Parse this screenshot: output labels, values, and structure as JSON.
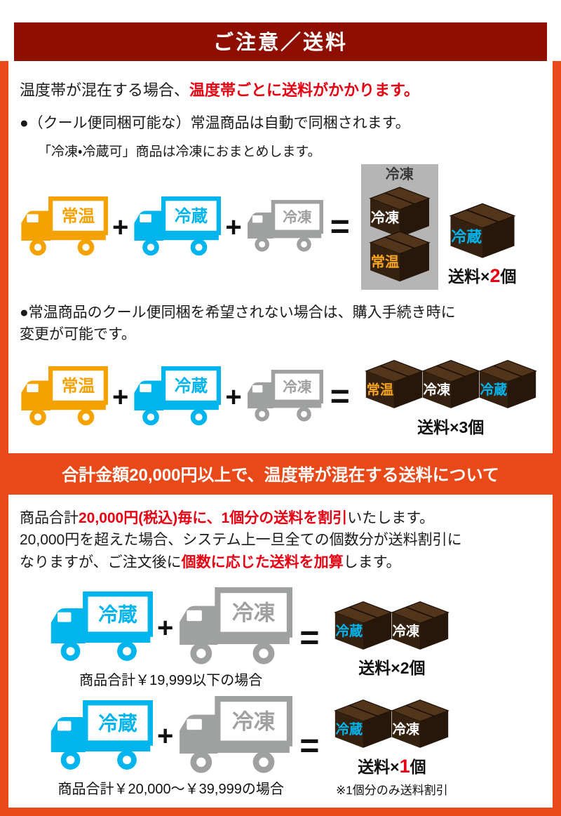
{
  "colors": {
    "frame_orange": "#e94918",
    "title_banner_bg": "#8e0f00",
    "title_banner_text": "#ffffff",
    "section_banner_bg": "#e94918",
    "emphasis_red": "#e60012",
    "truck_orange": "#f5a200",
    "truck_cyan": "#00b4ed",
    "truck_gray": "#9fa0a0",
    "panel_gray": "#b5b5b6",
    "box_front": "#35210f",
    "box_top": "#53351b",
    "box_side": "#27170a",
    "label_orange": "#f7a520",
    "label_cyan": "#00b4ed",
    "label_white": "#ffffff"
  },
  "header": {
    "title": "ご注意／送料"
  },
  "intro": {
    "plain": "温度帯が混在する場合、",
    "emphasis": "温度帯ごとに送料がかかります。"
  },
  "section1": {
    "bullet1": "●（クール便同梱可能な）常温商品は自動で同梱されます。",
    "note1": "「冷凍・冷蔵可」商品は冷凍におまとめします。",
    "bullet2_line1": "●常温商品のクール便同梱を希望されない場合は、購入手続き時に",
    "bullet2_line2": "変更が可能です。"
  },
  "operators": {
    "plus": "+",
    "equals": "="
  },
  "diagram1": {
    "trucks": [
      {
        "label": "常温",
        "color": "orange"
      },
      {
        "label": "冷蔵",
        "color": "cyan"
      },
      {
        "label": "冷凍",
        "color": "gray"
      }
    ],
    "panel_title": "冷凍",
    "panel_boxes": [
      {
        "label": "冷凍",
        "color": "white"
      },
      {
        "label": "常温",
        "color": "orange"
      }
    ],
    "side_box": {
      "label": "冷蔵",
      "color": "cyan"
    },
    "shipping_prefix": "送料×",
    "shipping_count": "2",
    "shipping_suffix": "個"
  },
  "diagram2": {
    "trucks": [
      {
        "label": "常温",
        "color": "orange"
      },
      {
        "label": "冷蔵",
        "color": "cyan"
      },
      {
        "label": "冷凍",
        "color": "gray"
      }
    ],
    "boxes": [
      {
        "label": "常温",
        "color": "orange"
      },
      {
        "label": "冷凍",
        "color": "white"
      },
      {
        "label": "冷蔵",
        "color": "cyan"
      }
    ],
    "shipping": "送料×3個"
  },
  "section2": {
    "banner": "合計金額20,000円以上で、温度帯が混在する送料について",
    "line1_a": "商品合計",
    "line1_b": "20,000円(税込)毎に、",
    "line1_c": "1個分の送料を割引",
    "line1_d": "いたします。",
    "line2": "20,000円を超えた場合、システム上一旦全ての個数分が送料割引に",
    "line3_a": "なりますが、ご注文後に",
    "line3_b": "個数に応じた送料を加算",
    "line3_c": "します。"
  },
  "diagram3": {
    "trucks": [
      {
        "label": "冷蔵",
        "color": "cyan"
      },
      {
        "label": "冷凍",
        "color": "gray"
      }
    ],
    "boxes": [
      {
        "label": "冷蔵",
        "color": "cyan"
      },
      {
        "label": "冷凍",
        "color": "white"
      }
    ],
    "shipping": "送料×2個",
    "caption": "商品合計￥19,999以下の場合"
  },
  "diagram4": {
    "trucks": [
      {
        "label": "冷蔵",
        "color": "cyan"
      },
      {
        "label": "冷凍",
        "color": "gray"
      }
    ],
    "boxes": [
      {
        "label": "冷蔵",
        "color": "cyan"
      },
      {
        "label": "冷凍",
        "color": "white"
      }
    ],
    "shipping_prefix": "送料×",
    "shipping_count": "1",
    "shipping_suffix": "個",
    "note": "※1個分のみ送料割引",
    "caption": "商品合計￥20,000〜￥39,999の場合"
  }
}
